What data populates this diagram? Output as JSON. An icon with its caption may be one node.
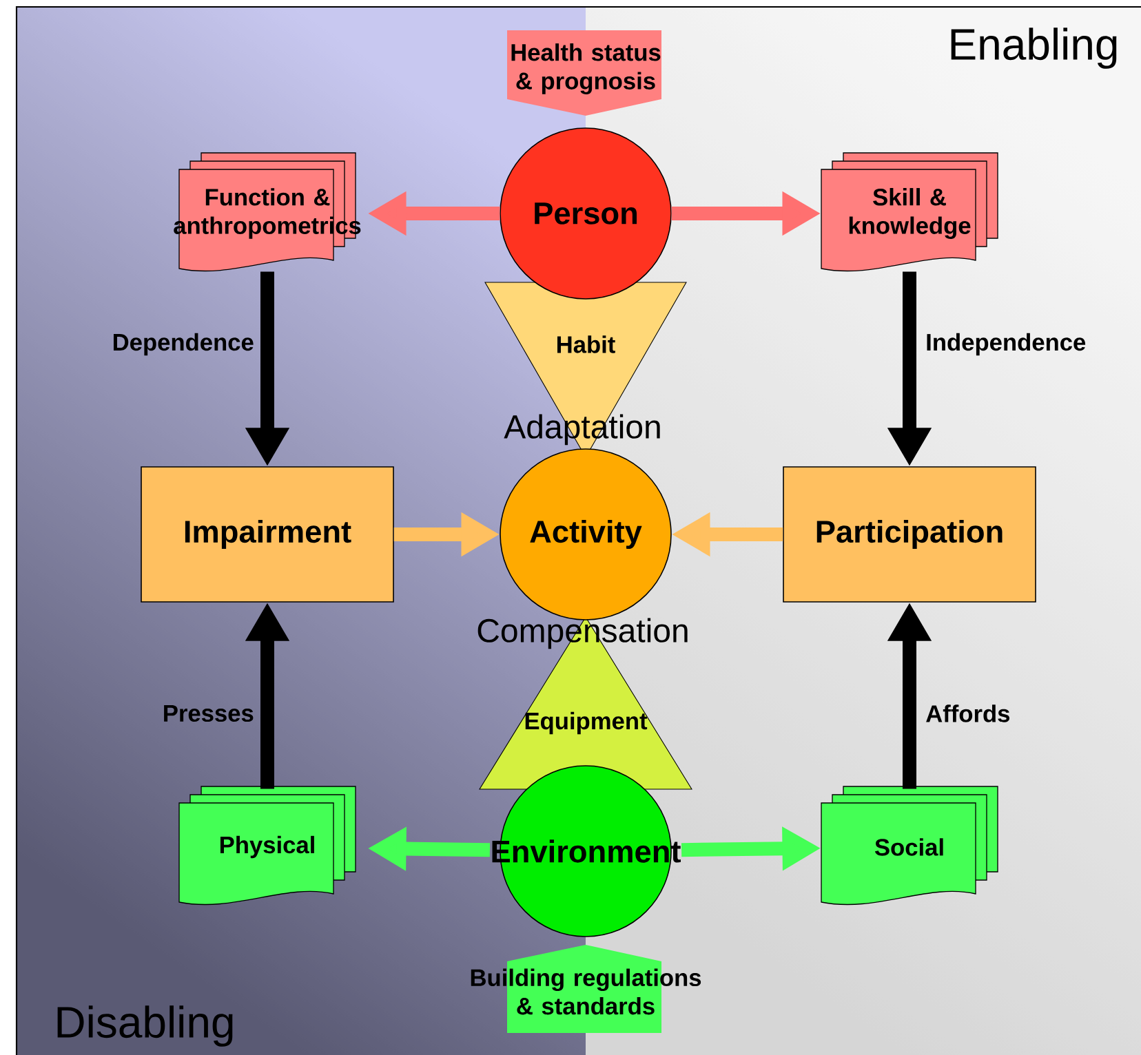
{
  "diagram": {
    "nodes": [
      {
        "text": [
          "Health status & prognosis"
        ]
      },
      {
        "text": [
          "Person"
        ]
      },
      {
        "text": [
          "Function & anthropometrics"
        ]
      },
      {
        "text": [
          "Skill & knowledge"
        ]
      },
      {
        "text": [
          "Habit"
        ]
      },
      {
        "text": [
          "Impairment"
        ]
      },
      {
        "text": [
          "Activity"
        ]
      },
      {
        "text": [
          "Participation"
        ]
      },
      {
        "text": [
          "Equipment"
        ]
      },
      {
        "text": [
          "Environment"
        ]
      },
      {
        "text": [
          "Physical"
        ]
      },
      {
        "text": [
          "Social"
        ]
      },
      {
        "text": [
          "Building regulations & standards"
        ]
      }
    ],
    "edges": [
      {
        "from": 1,
        "to": 2,
        "arrow": "to",
        "color": "#ff7070"
      },
      {
        "from": 1,
        "to": 3,
        "arrow": "to",
        "color": "#ff7070"
      },
      {
        "from": 2,
        "to": 5,
        "arrow": "to",
        "label": "Dependence"
      },
      {
        "from": 3,
        "to": 7,
        "arrow": "to",
        "label": "Independence"
      },
      {
        "from": 5,
        "to": 6,
        "arrow": "to",
        "color": "#ffc060"
      },
      {
        "from": 7,
        "to": 6,
        "arrow": "to",
        "color": "#ffc060"
      },
      {
        "from": 10,
        "to": 5,
        "arrow": "to",
        "label": "Presses"
      },
      {
        "from": 11,
        "to": 7,
        "arrow": "to",
        "label": "Affords"
      },
      {
        "from": 9,
        "to": 10,
        "arrow": "to",
        "color": "#44ff55"
      },
      {
        "from": 9,
        "to": 11,
        "arrow": "to",
        "color": "#44ff55"
      }
    ],
    "labels": [
      "Enabling",
      "Adaptation",
      "Compensation",
      "Disabling"
    ]
  }
}
